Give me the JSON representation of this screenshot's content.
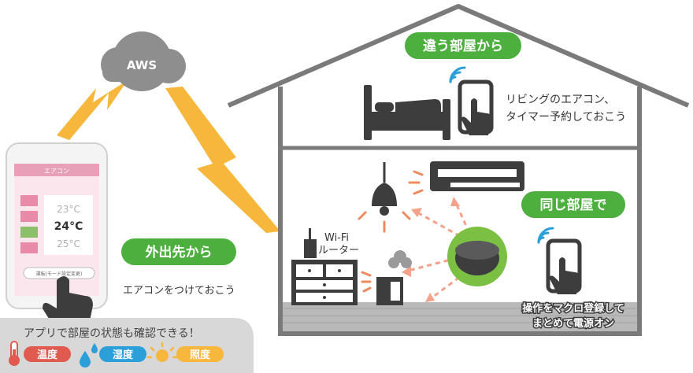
{
  "cloud": {
    "label": "AWS"
  },
  "house": {
    "upstairs_badge": "違う部屋から",
    "upstairs_caption_line1": "リビングのエアコン、",
    "upstairs_caption_line2": "タイマー予約しておこう",
    "downstairs_badge": "同じ部屋で",
    "router_label_line1": "Wi-Fi",
    "router_label_line2": "ルーター",
    "macro_caption_line1": "操作をマクロ登録して",
    "macro_caption_line2": "まとめて電源オン"
  },
  "outside": {
    "badge": "外出先から",
    "caption": "エアコンをつけておこう"
  },
  "phone": {
    "header_title": "エアコン",
    "temps": [
      "23°C",
      "24°C",
      "25°C"
    ],
    "button_label": "運転(モード設定変更)"
  },
  "sensors_panel": {
    "title": "アプリで部屋の状態も確認できる！",
    "items": [
      "温度",
      "湿度",
      "照度"
    ]
  },
  "colors": {
    "green": "#4caf3e",
    "orange": "#f5a623",
    "dark": "#3d3d3d",
    "gray": "#8c8c8c",
    "blue": "#2a9fd8",
    "red": "#e05a4f",
    "pink": "#e8a0b8"
  }
}
